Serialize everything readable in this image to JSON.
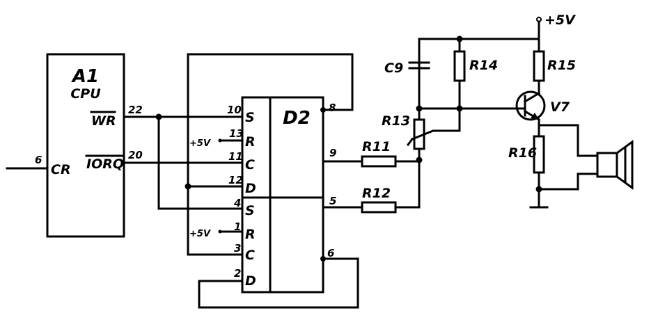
{
  "cpu": {
    "name": "A1",
    "type": "CPU",
    "pin_wr": "WR",
    "pin_iorq": "IORQ",
    "pin_cr": "CR",
    "pin_wr_num": "22",
    "pin_iorq_num": "20",
    "pin_cr_num": "6"
  },
  "ic": {
    "name": "D2",
    "upper": {
      "s": "S",
      "s_num": "10",
      "r": "R",
      "r_num": "13",
      "c": "C",
      "c_num": "11",
      "d": "D",
      "d_num": "12",
      "q_num": "9",
      "qn_num": "8"
    },
    "lower": {
      "s": "S",
      "s_num": "4",
      "r": "R",
      "r_num": "1",
      "c": "C",
      "c_num": "3",
      "d": "D",
      "d_num": "2",
      "q_num": "5",
      "qn_num": "6"
    }
  },
  "supply": {
    "vcc": "+5V",
    "r_pull": "+5V",
    "r_pull2": "+5V"
  },
  "components": {
    "c9": "C9",
    "r11": "R11",
    "r12": "R12",
    "r13": "R13",
    "r14": "R14",
    "r15": "R15",
    "r16": "R16",
    "v7": "V7"
  }
}
